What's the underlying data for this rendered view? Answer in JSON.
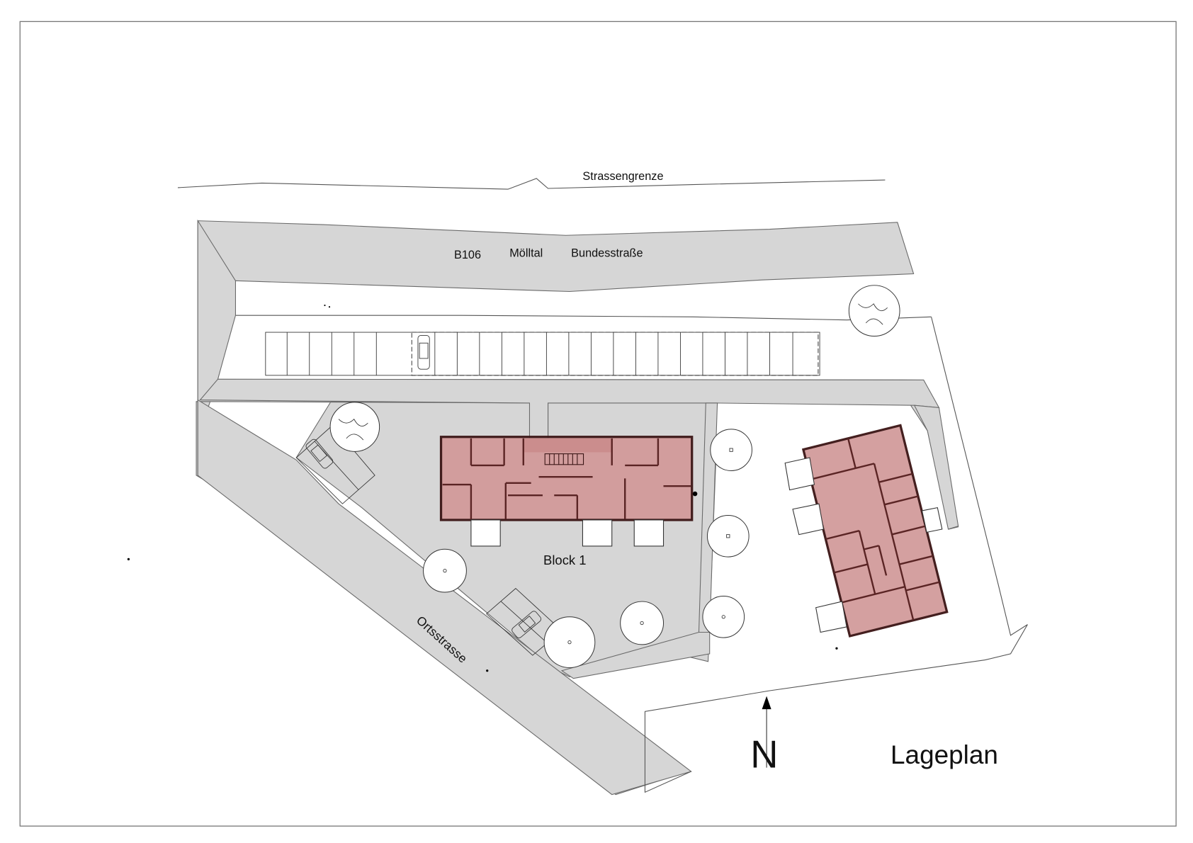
{
  "title": "Lageplan",
  "labels": {
    "street_boundary": "Strassengrenze",
    "highway_number": "B106",
    "highway_name": "Mölltal",
    "highway_type": "Bundesstraße",
    "local_street": "Ortsstrasse",
    "block1": "Block 1",
    "north": "N"
  },
  "colors": {
    "road": "#d6d6d6",
    "building": "#d29b9b",
    "wall": "#5a2424",
    "frame": "#777777"
  },
  "icons": {
    "north_arrow": "north-arrow-icon",
    "tree": "tree-icon",
    "car": "car-icon"
  }
}
